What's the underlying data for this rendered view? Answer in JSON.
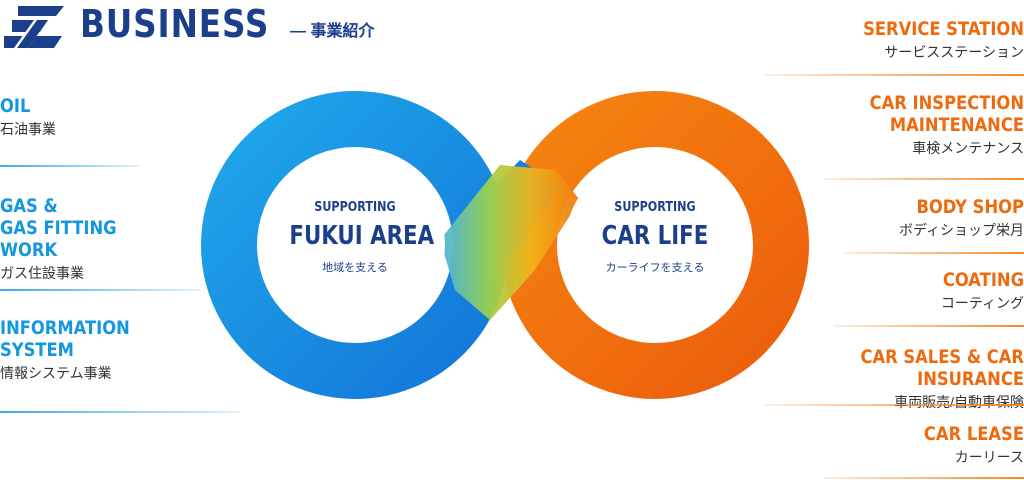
{
  "header": {
    "title": "BUSINESS",
    "subtitle": "— 事業紹介"
  },
  "left_items": [
    {
      "en_lines": [
        "OIL"
      ],
      "ja": "石油事業"
    },
    {
      "en_lines": [
        "GAS &",
        "GAS FITTING WORK"
      ],
      "ja": "ガス住設事業"
    },
    {
      "en_lines": [
        "INFORMATION",
        "SYSTEM"
      ],
      "ja": "情報システム事業"
    }
  ],
  "right_items": [
    {
      "en_lines": [
        "SERVICE STATION"
      ],
      "ja": "サービスステーション"
    },
    {
      "en_lines": [
        "CAR INSPECTION",
        "MAINTENANCE"
      ],
      "ja": "車検メンテナンス"
    },
    {
      "en_lines": [
        "BODY SHOP"
      ],
      "ja": "ボディショップ栄月"
    },
    {
      "en_lines": [
        "COATING"
      ],
      "ja": "コーティング"
    },
    {
      "en_lines": [
        "CAR SALES & CAR INSURANCE"
      ],
      "ja": "車両販売/自動車保険"
    },
    {
      "en_lines": [
        "CAR LEASE"
      ],
      "ja": "カーリース"
    }
  ],
  "circles": {
    "left": {
      "supporting": "SUPPORTING",
      "main": "FUKUI AREA",
      "jp": "地域を支える"
    },
    "right": {
      "supporting": "SUPPORTING",
      "main": "CAR LIFE",
      "jp": "カーライフを支える"
    }
  },
  "colors": {
    "navy": "#1b3f8a",
    "blue": "#1597df",
    "orange": "#ee6a0f"
  }
}
